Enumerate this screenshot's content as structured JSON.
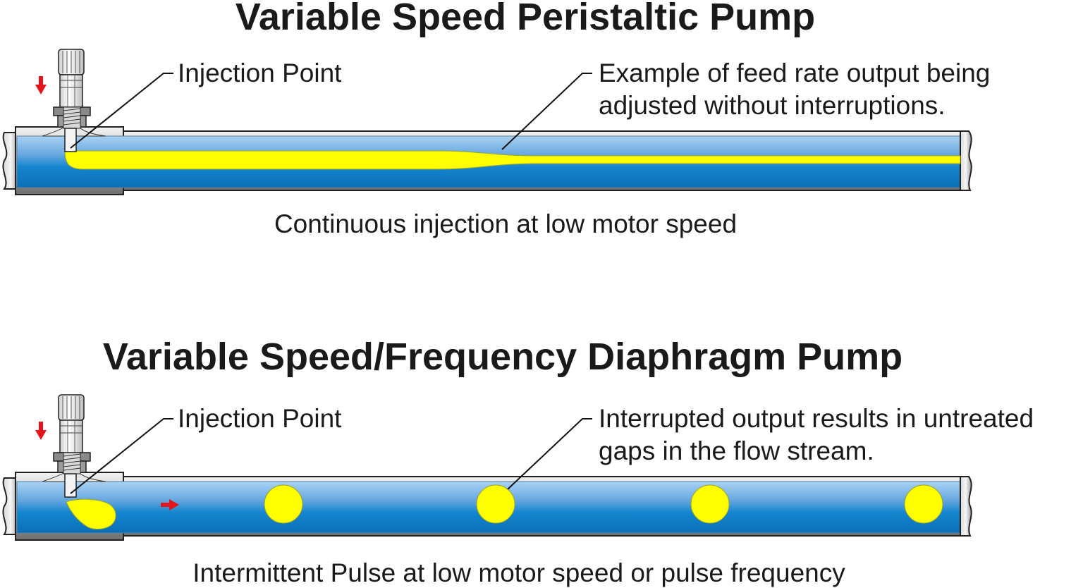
{
  "diagram": {
    "panels": [
      {
        "title": "Variable Speed Peristaltic Pump",
        "injection_label": "Injection Point",
        "callout_line1": "Example of feed rate output being",
        "callout_line2": "adjusted without interruptions.",
        "caption": "Continuous injection at low motor speed",
        "flow_pattern": "continuous-stream"
      },
      {
        "title": "Variable Speed/Frequency Diaphragm Pump",
        "injection_label": "Injection Point",
        "callout_line1": "Interrupted output results in untreated",
        "callout_line2": "gaps in the flow stream.",
        "caption": "Intermittent Pulse at low motor speed or pulse frequency",
        "flow_pattern": "intermittent-pulses",
        "pulse_count": 4
      }
    ],
    "colors": {
      "pipe_blue_light": "#8cc0ea",
      "pipe_blue_dark": "#0a78c4",
      "chemical_yellow": "#ffff00",
      "arrow_red": "#e4141b",
      "pipe_gray": "#9a9a9a",
      "text": "#1a1a1a"
    },
    "icons": {
      "flow_direction": "red-arrow-right",
      "injection_direction": "red-arrow-down"
    }
  }
}
